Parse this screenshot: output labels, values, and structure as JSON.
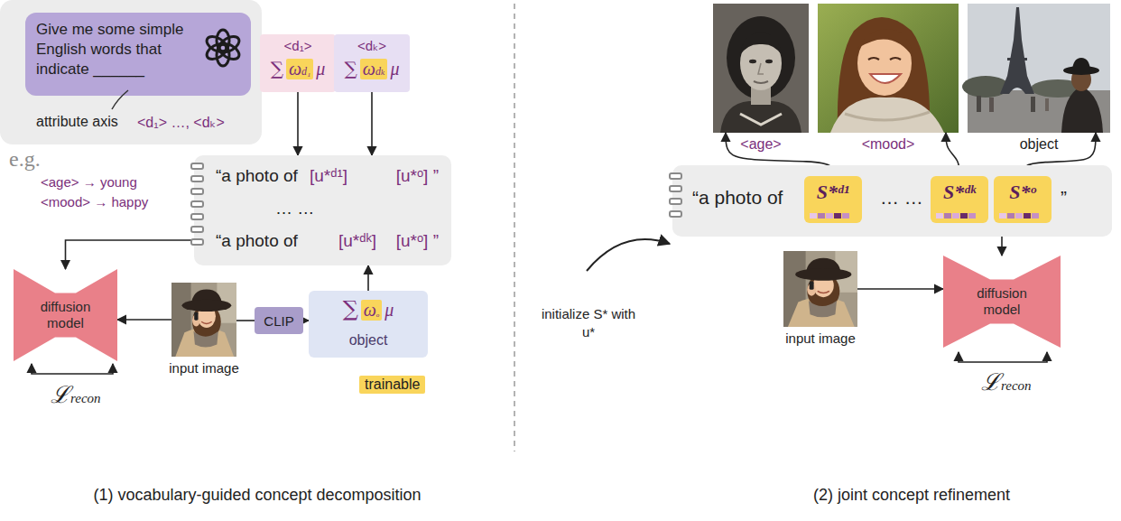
{
  "diagram": {
    "nodes": [
      {
        "text": [
          "attribute axis",
          "<d₁> …, <dₖ>"
        ]
      },
      {
        "text": [
          "Give me some simple English words that indicate ______"
        ],
        "in": 0
      },
      {
        "text": [
          "<d₁>",
          "∑",
          "ωd₁",
          "μ"
        ]
      },
      {
        "text": [
          "<dₖ>",
          "∑",
          "ωdₖ",
          "μ"
        ]
      },
      {
        "text": [
          "“a photo of",
          "[u*ᵈ¹]",
          "[u*ᵒ] ”",
          "… …",
          "“a photo of",
          "[u*ᵈᵏ]",
          "[u*ᵒ] ”"
        ]
      },
      {
        "text": [
          "diffusion model"
        ]
      },
      {
        "text": [
          "input image"
        ]
      },
      {
        "text": [
          "CLIP"
        ]
      },
      {
        "text": [
          "∑",
          "ωₒ",
          "μ",
          "object"
        ]
      },
      {
        "text": [
          "<age>"
        ]
      },
      {
        "text": [
          "<mood>"
        ]
      },
      {
        "text": [
          "object"
        ]
      },
      {
        "text": [
          "“a photo of",
          "… …",
          "”"
        ]
      },
      {
        "text": [
          "S*ᵈ¹"
        ],
        "in": 12
      },
      {
        "text": [
          "S*ᵈᵏ"
        ],
        "in": 12
      },
      {
        "text": [
          "S*ᵒ"
        ],
        "in": 12
      },
      {
        "text": [
          "input image"
        ]
      },
      {
        "text": [
          "diffusion model"
        ]
      }
    ],
    "edges": [
      {
        "from": 1,
        "to": 2,
        "arrow": "to"
      },
      {
        "from": 2,
        "to": 4,
        "arrow": "to"
      },
      {
        "from": 3,
        "to": 4,
        "arrow": "to"
      },
      {
        "from": 8,
        "to": 4,
        "arrow": "to"
      },
      {
        "from": 4,
        "to": 5,
        "arrow": "to"
      },
      {
        "from": 6,
        "to": 5,
        "arrow": "to"
      },
      {
        "from": 6,
        "to": 7,
        "arrow": "none"
      },
      {
        "from": 7,
        "to": 8,
        "arrow": "to"
      },
      {
        "from": 13,
        "to": 9,
        "arrow": "to"
      },
      {
        "from": 14,
        "to": 10,
        "arrow": "to"
      },
      {
        "from": 15,
        "to": 11,
        "arrow": "to"
      },
      {
        "from": 12,
        "to": 17,
        "arrow": "to"
      },
      {
        "from": 16,
        "to": 17,
        "arrow": "to"
      }
    ],
    "labels": [
      "e.g.",
      "<age> → young",
      "<mood> → happy",
      "ℒrecon",
      "(1) vocabulary-guided concept decomposition",
      "initialize S* with u*",
      "ℒrecon",
      "(2) joint concept refinement"
    ],
    "legend": [
      {
        "text": "trainable",
        "color": "#f9d55b"
      }
    ]
  }
}
